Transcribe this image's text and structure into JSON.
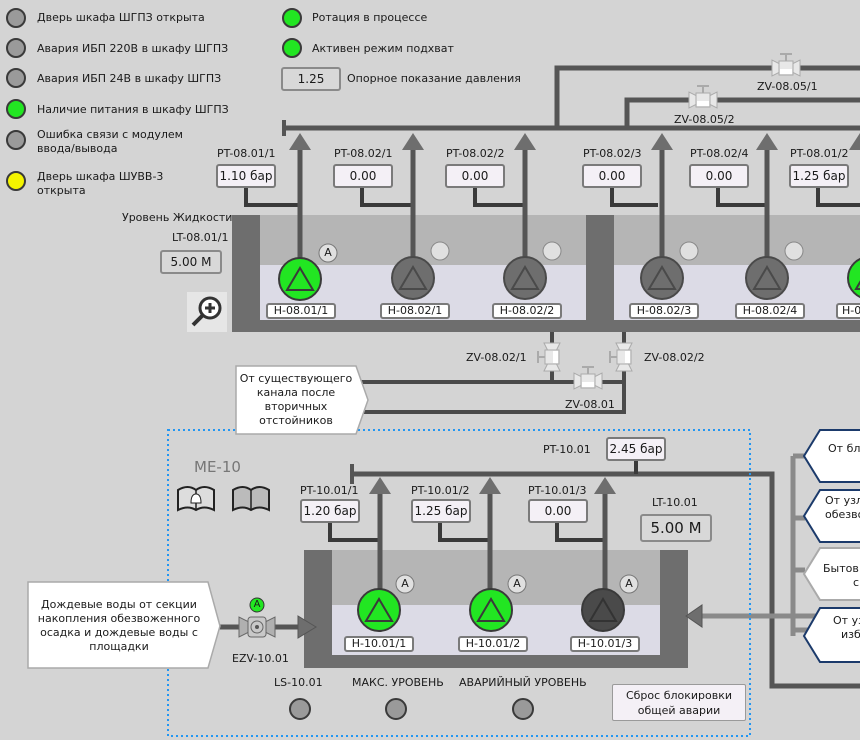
{
  "status_lamps": [
    {
      "label": "Дверь шкафа ШГПЗ открыта",
      "state": "gray"
    },
    {
      "label": "Авария ИБП 220В в шкафу ШГПЗ",
      "state": "gray"
    },
    {
      "label": "Авария ИБП 24В в шкафу ШГПЗ",
      "state": "gray"
    },
    {
      "label": "Наличие питания в шкафу ШГПЗ",
      "state": "green"
    },
    {
      "label": "Ошибка связи с модулем ввода/вывода",
      "label_lines": [
        "Ошибка связи с модулем",
        "ввода/вывода"
      ],
      "state": "gray"
    },
    {
      "label": "Дверь шкафа ШУВВ-3 открыта",
      "label_lines": [
        "Дверь шкафа ШУВВ-3",
        "открыта"
      ],
      "state": "yellow"
    }
  ],
  "mode_lamps": [
    {
      "label": "Ротация в процессе",
      "state": "green"
    },
    {
      "label": "Активен режим подхват",
      "state": "green"
    }
  ],
  "reference_pressure": {
    "value": "1.25",
    "label": "Опорное показание давления"
  },
  "colors": {
    "active": "#22e622",
    "inactive": "#6e6e6e",
    "warning": "#f4f400",
    "pipe": "#555555",
    "dotted_border": "#2196f3",
    "arrow_border": "#1b3a6b"
  },
  "valves_top": [
    {
      "id": "ZV-08.05/1"
    },
    {
      "id": "ZV-08.05/2"
    }
  ],
  "pressure_transmitters_08": [
    {
      "id": "PT-08.01/1",
      "value": "1.10 бар"
    },
    {
      "id": "PT-08.02/1",
      "value": "0.00"
    },
    {
      "id": "PT-08.02/2",
      "value": "0.00"
    },
    {
      "id": "PT-08.02/3",
      "value": "0.00"
    },
    {
      "id": "PT-08.02/4",
      "value": "0.00"
    },
    {
      "id": "PT-08.01/2",
      "value": "1.25 бар"
    }
  ],
  "level_08": {
    "title": "Уровень Жидкости",
    "id": "LT-08.01/1",
    "value": "5.00 М"
  },
  "pumps_08": [
    {
      "id": "H-08.01/1",
      "state": "active",
      "auto": "A"
    },
    {
      "id": "H-08.02/1",
      "state": "inactive"
    },
    {
      "id": "H-08.02/2",
      "state": "inactive"
    },
    {
      "id": "H-08.02/3",
      "state": "inactive"
    },
    {
      "id": "H-08.02/4",
      "state": "inactive"
    },
    {
      "id": "H-0",
      "state": "active"
    }
  ],
  "valves_mid": [
    {
      "id": "ZV-08.02/1"
    },
    {
      "id": "ZV-08.02/2"
    },
    {
      "id": "ZV-08.01"
    }
  ],
  "source_mid": {
    "lines": [
      "От существующего",
      "канала после",
      "вторичных",
      "отстойников"
    ]
  },
  "me10": {
    "title": "МЕ-10",
    "pt_main": {
      "id": "PT-10.01",
      "value": "2.45 бар"
    },
    "pressure_transmitters": [
      {
        "id": "PT-10.01/1",
        "value": "1.20 бар"
      },
      {
        "id": "PT-10.01/2",
        "value": "1.25 бар"
      },
      {
        "id": "PT-10.01/3",
        "value": "0.00"
      }
    ],
    "level": {
      "id": "LT-10.01",
      "value": "5.00 М"
    },
    "pumps": [
      {
        "id": "H-10.01/1",
        "state": "active",
        "auto": "A"
      },
      {
        "id": "H-10.01/2",
        "state": "active",
        "auto": "A"
      },
      {
        "id": "H-10.01/3",
        "state": "dark",
        "auto": "A"
      }
    ],
    "inlet_valve": {
      "id": "EZV-10.01",
      "auto": "A"
    },
    "source": {
      "lines": [
        "Дождевые воды от секции",
        "накопления обезвоженного",
        "осадка и дождевые воды с",
        "площадки"
      ]
    },
    "level_switches": [
      {
        "label": "LS-10.01"
      },
      {
        "label": "МАКС. УРОВЕНЬ"
      },
      {
        "label": "АВАРИЙНЫЙ УРОВЕНЬ"
      }
    ],
    "reset_button": {
      "lines": [
        "Сброс блокировки",
        "общей аварии"
      ]
    }
  },
  "right_sources": [
    {
      "lines": [
        "От бл"
      ]
    },
    {
      "lines": [
        "От узл",
        "обезво"
      ]
    },
    {
      "lines": [
        "Бытов",
        "с"
      ]
    },
    {
      "lines": [
        "От уз",
        "изб"
      ]
    }
  ]
}
